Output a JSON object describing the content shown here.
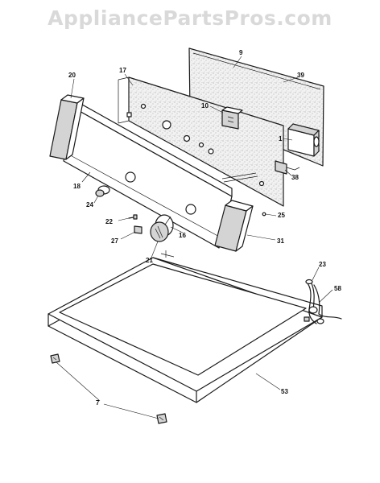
{
  "watermark": "AppliancePartsPros.com",
  "parts": [
    {
      "id": "p9",
      "label": "9"
    },
    {
      "id": "p39",
      "label": "39"
    },
    {
      "id": "p17",
      "label": "17"
    },
    {
      "id": "p20",
      "label": "20"
    },
    {
      "id": "p10",
      "label": "10"
    },
    {
      "id": "p1",
      "label": "1"
    },
    {
      "id": "p38",
      "label": "38"
    },
    {
      "id": "p18",
      "label": "18"
    },
    {
      "id": "p24",
      "label": "24"
    },
    {
      "id": "p25",
      "label": "25"
    },
    {
      "id": "p22",
      "label": "22"
    },
    {
      "id": "p27",
      "label": "27"
    },
    {
      "id": "p16",
      "label": "16"
    },
    {
      "id": "p31",
      "label": "31"
    },
    {
      "id": "p21",
      "label": "21"
    },
    {
      "id": "p23",
      "label": "23"
    },
    {
      "id": "p58",
      "label": "58"
    },
    {
      "id": "p53",
      "label": "53"
    },
    {
      "id": "p7",
      "label": "7"
    }
  ]
}
